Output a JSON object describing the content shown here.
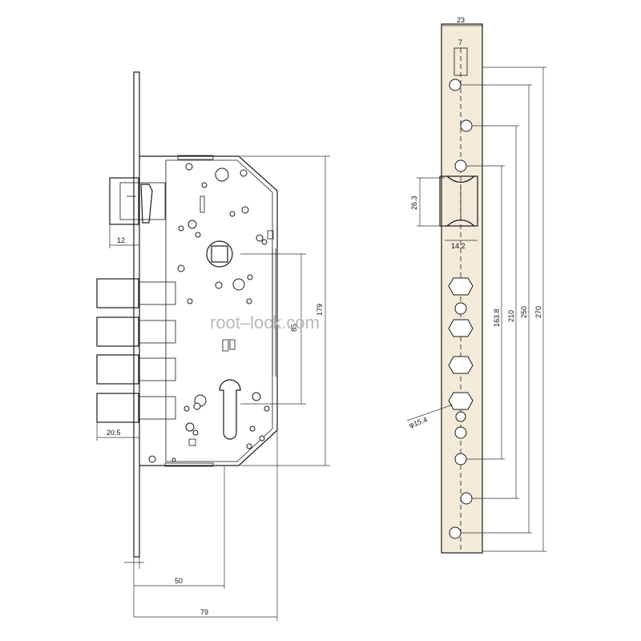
{
  "watermark": "root–lock.com",
  "colors": {
    "line": "#1a1a1a",
    "faceplate_fill": "#f3ead9",
    "watermark": "#b9b9b9"
  },
  "dimensions": {
    "faceplate_width": "23",
    "slot_width": "7",
    "latch_height": "26.3",
    "latch_width": "14.2",
    "hole_diameter": "φ15.4",
    "spacing_163": "163.8",
    "spacing_210": "210",
    "spacing_250": "250",
    "spacing_270": "270",
    "body_height": "179",
    "handle_to_cylinder": "85",
    "latch_depth": "12",
    "bolt_projection": "20.5",
    "backset": "50",
    "body_depth": "79"
  }
}
